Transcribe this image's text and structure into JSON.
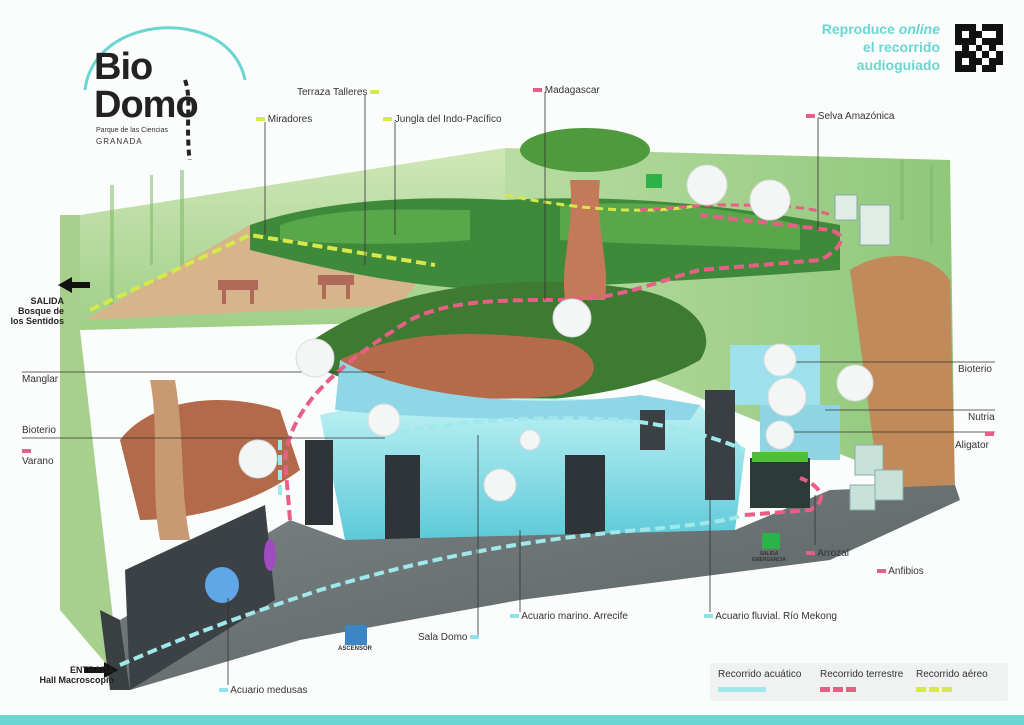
{
  "logo": {
    "line1": "Bio",
    "line2": "Domo",
    "sub1": "Parque de las Ciencias",
    "sub2": "GRANADA"
  },
  "promo": {
    "line1": "Reproduce",
    "line1b": "online",
    "line2": "el recorrido",
    "line3": "audioguiado"
  },
  "labels": {
    "terraza_talleres": "Terraza Talleres",
    "miradores": "Miradores",
    "jungla": "Jungla del Indo-Pacífico",
    "madagascar": "Madagascar",
    "selva": "Selva Amazónica",
    "manglar": "Manglar",
    "bioterio_left": "Bioterio",
    "varano": "Varano",
    "bioterio_right": "Bioterio",
    "nutria": "Nutria",
    "aligator": "Aligator",
    "arrozal": "Arrozal",
    "anfibios": "Anfibios",
    "acuario_marino": "Acuario marino. Arrecife",
    "acuario_fluvial": "Acuario fluvial. Río Mekong",
    "sala_domo": "Sala Domo",
    "acuario_medusas": "Acuario medusas",
    "ascensor": "ASCENSOR",
    "salida_emergencia": "SALIDA EMERGENCIA"
  },
  "exits": {
    "salida_line1": "SALIDA",
    "salida_line2": "Bosque de",
    "salida_line3": "los Sentidos",
    "entrada_line1": "ENTRADA",
    "entrada_line2": "Hall Macroscopio"
  },
  "legend": {
    "acuatico": "Recorrido acuático",
    "terrestre": "Recorrido terrestre",
    "aereo": "Recorrido aéreo"
  },
  "colors": {
    "aquatic": "#8ee3e6",
    "terrestrial": "#e85f86",
    "aerial": "#d6e84a",
    "promo": "#6ad6d2",
    "bottom_bar": "#6ad6d2"
  }
}
